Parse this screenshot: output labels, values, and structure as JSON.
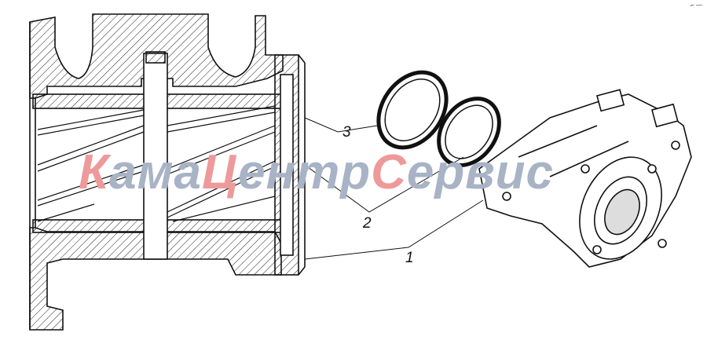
{
  "diagram": {
    "callouts": [
      {
        "id": "3",
        "label": "3"
      },
      {
        "id": "2",
        "label": "2"
      },
      {
        "id": "1",
        "label": "1"
      }
    ]
  },
  "watermark": {
    "parts": [
      {
        "text": "К",
        "color": "#ee9a9a"
      },
      {
        "text": "ама",
        "color": "#a9b3c6"
      },
      {
        "text": "Ц",
        "color": "#ee9a9a"
      },
      {
        "text": "ентр",
        "color": "#a9b3c6"
      },
      {
        "text": "С",
        "color": "#ee9a9a"
      },
      {
        "text": "ервис",
        "color": "#a9b3c6"
      }
    ]
  },
  "corner_mark": "⌐ —"
}
